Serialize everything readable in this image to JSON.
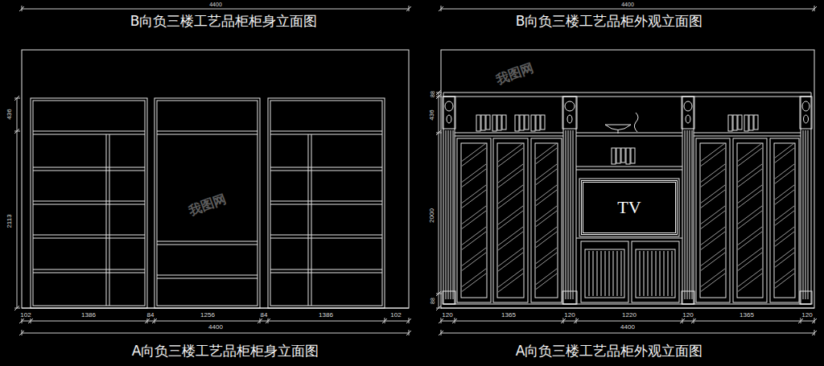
{
  "diagram": {
    "nodes": [
      {
        "text": [
          "TV"
        ]
      }
    ],
    "labels": [
      "4400",
      "B向负三楼工艺品柜柜身立面图",
      "4400",
      "B向负三楼工艺品柜外观立面图",
      "436",
      "2113",
      "102",
      "1386",
      "84",
      "1256",
      "84",
      "1386",
      "102",
      "4400",
      "A向负三楼工艺品柜柜身立面图",
      "88",
      "436",
      "2000",
      "88",
      "120",
      "1365",
      "120",
      "1220",
      "120",
      "1365",
      "120",
      "4400",
      "A向负三楼工艺品柜外观立面图",
      "我图网",
      "我图网"
    ]
  }
}
